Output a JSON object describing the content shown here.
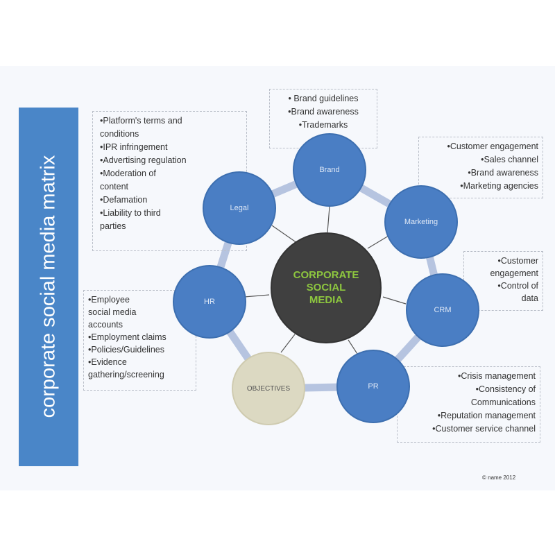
{
  "title": "corporate social media matrix",
  "center": {
    "line1": "CORPORATE",
    "line2": "SOCIAL",
    "line3": "MEDIA"
  },
  "nodes": {
    "brand": "Brand",
    "marketing": "Marketing",
    "crm": "CRM",
    "pr": "PR",
    "objectives": "OBJECTIVES",
    "hr": "HR",
    "legal": "Legal"
  },
  "boxes": {
    "brand": [
      "• Brand guidelines",
      "•Brand awareness",
      "•Trademarks"
    ],
    "legal": [
      "•Platform's terms and",
      "  conditions",
      "•IPR infringement",
      "•Advertising regulation",
      "•Moderation of",
      "content",
      "•Defamation",
      "•Liability to third",
      "  parties"
    ],
    "marketing": [
      "•Customer engagement",
      "•Sales channel",
      "•Brand awareness",
      "•Marketing agencies"
    ],
    "crm": [
      "•Customer",
      "engagement",
      "•Control of",
      "data"
    ],
    "hr": [
      "•Employee",
      "  social media",
      "  accounts",
      "•Employment claims",
      "•Policies/Guidelines",
      "•Evidence",
      "  gathering/screening"
    ],
    "pr": [
      "•Crisis management",
      "•Consistency of",
      "Communications",
      "•Reputation management",
      "•Customer service channel"
    ]
  },
  "copyright": "© name 2012",
  "colors": {
    "node": "#4a7ec4",
    "center": "#404040",
    "center_text": "#8dc63f",
    "objectives": "#dcd9c2",
    "sidebar": "#4a86c8"
  }
}
